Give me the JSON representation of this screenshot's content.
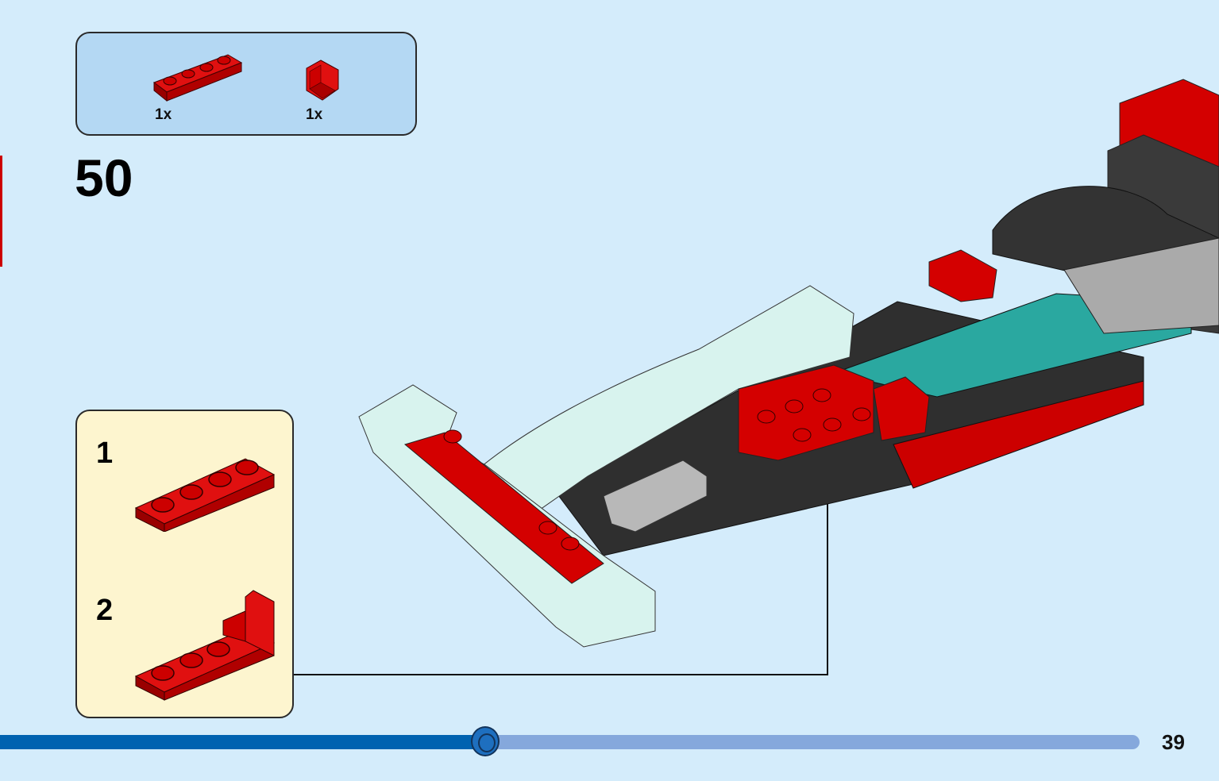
{
  "step": {
    "number": "50"
  },
  "parts_list": [
    {
      "name": "red-plate-1x4",
      "qty": "1x"
    },
    {
      "name": "red-corner-panel",
      "qty": "1x"
    }
  ],
  "sub_steps": [
    {
      "number": "1"
    },
    {
      "number": "2"
    }
  ],
  "progress": {
    "percent": 42.6
  },
  "page": {
    "number": "39"
  },
  "colors": {
    "background": "#d4ecfb",
    "brick_red": "#d40000",
    "progress_fill": "#0062b0",
    "progress_track": "#85a8dc"
  }
}
